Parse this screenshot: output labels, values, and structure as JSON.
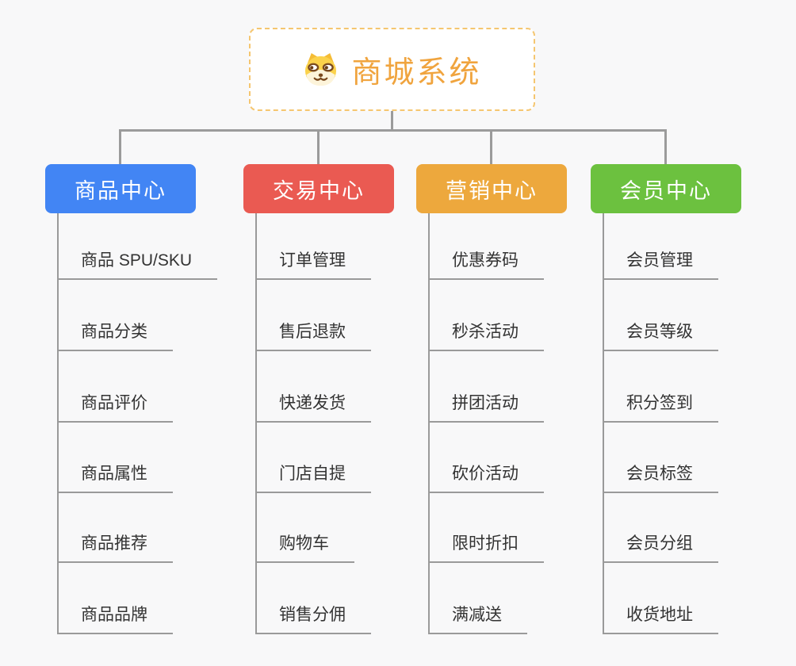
{
  "root": {
    "title": "商城系统",
    "title_color": "#F0A43E",
    "border_color": "#F5C670",
    "icon": "shiba-dog-icon"
  },
  "connector_color": "#9B9B9B",
  "branches": [
    {
      "label": "商品中心",
      "color": "#4285F4",
      "items": [
        "商品 SPU/SKU",
        "商品分类",
        "商品评价",
        "商品属性",
        "商品推荐",
        "商品品牌"
      ]
    },
    {
      "label": "交易中心",
      "color": "#EA5A52",
      "items": [
        "订单管理",
        "售后退款",
        "快递发货",
        "门店自提",
        "购物车",
        "销售分佣"
      ]
    },
    {
      "label": "营销中心",
      "color": "#EDA83D",
      "items": [
        "优惠券码",
        "秒杀活动",
        "拼团活动",
        "砍价活动",
        "限时折扣",
        "满减送"
      ]
    },
    {
      "label": "会员中心",
      "color": "#6CC13F",
      "items": [
        "会员管理",
        "会员等级",
        "积分签到",
        "会员标签",
        "会员分组",
        "收货地址"
      ]
    }
  ]
}
